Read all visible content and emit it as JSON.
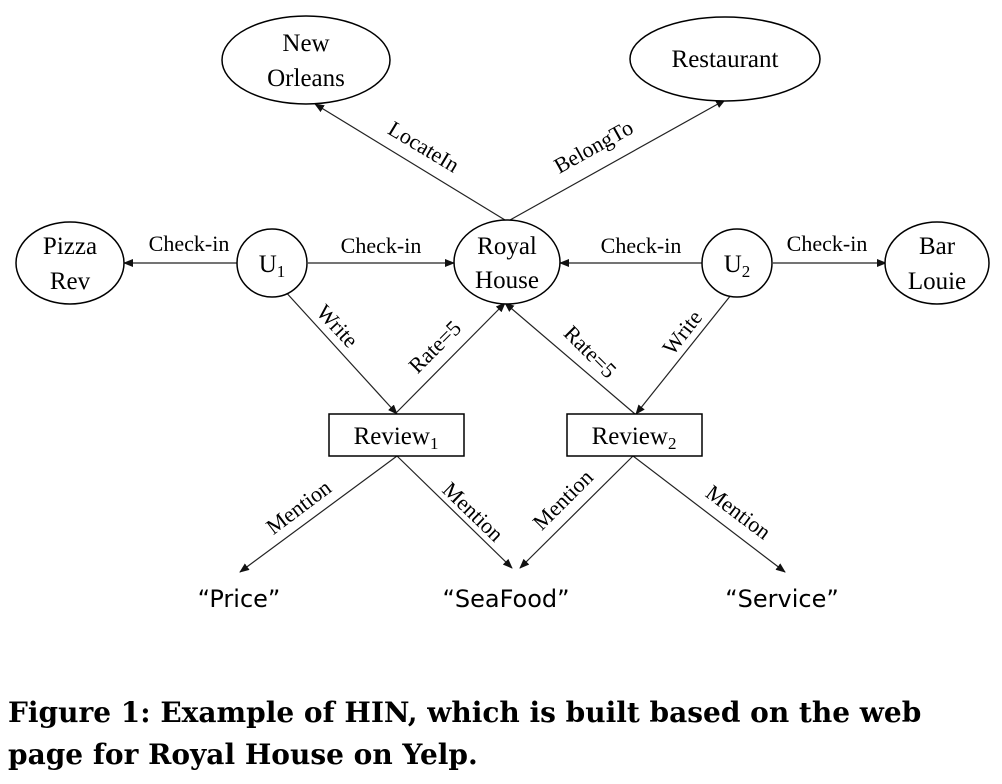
{
  "nodes": {
    "new_orleans": {
      "line1": "New",
      "line2": "Orleans"
    },
    "restaurant": {
      "label": "Restaurant"
    },
    "pizza_rev": {
      "line1": "Pizza",
      "line2": "Rev"
    },
    "u1": {
      "label": "U",
      "sub": "1"
    },
    "royal_house": {
      "line1": "Royal",
      "line2": "House"
    },
    "u2": {
      "label": "U",
      "sub": "2"
    },
    "bar_louie": {
      "line1": "Bar",
      "line2": "Louie"
    },
    "review1": {
      "label": "Review",
      "sub": "1"
    },
    "review2": {
      "label": "Review",
      "sub": "2"
    },
    "price": {
      "label": "“Price”"
    },
    "seafood": {
      "label": "“SeaFood”"
    },
    "service": {
      "label": "“Service”"
    }
  },
  "edges": {
    "locate_in": "LocateIn",
    "belong_to": "BelongTo",
    "u1_pizza": "Check-in",
    "u1_royal": "Check-in",
    "u2_royal": "Check-in",
    "u2_bar": "Check-in",
    "u1_write": "Write",
    "u2_write": "Write",
    "rate1": "Rate=5",
    "rate2": "Rate=5",
    "mention1": "Mention",
    "mention2": "Mention",
    "mention3": "Mention",
    "mention4": "Mention"
  },
  "caption": "Figure 1: Example of HIN, which is built based on the web page for Royal House on Yelp."
}
